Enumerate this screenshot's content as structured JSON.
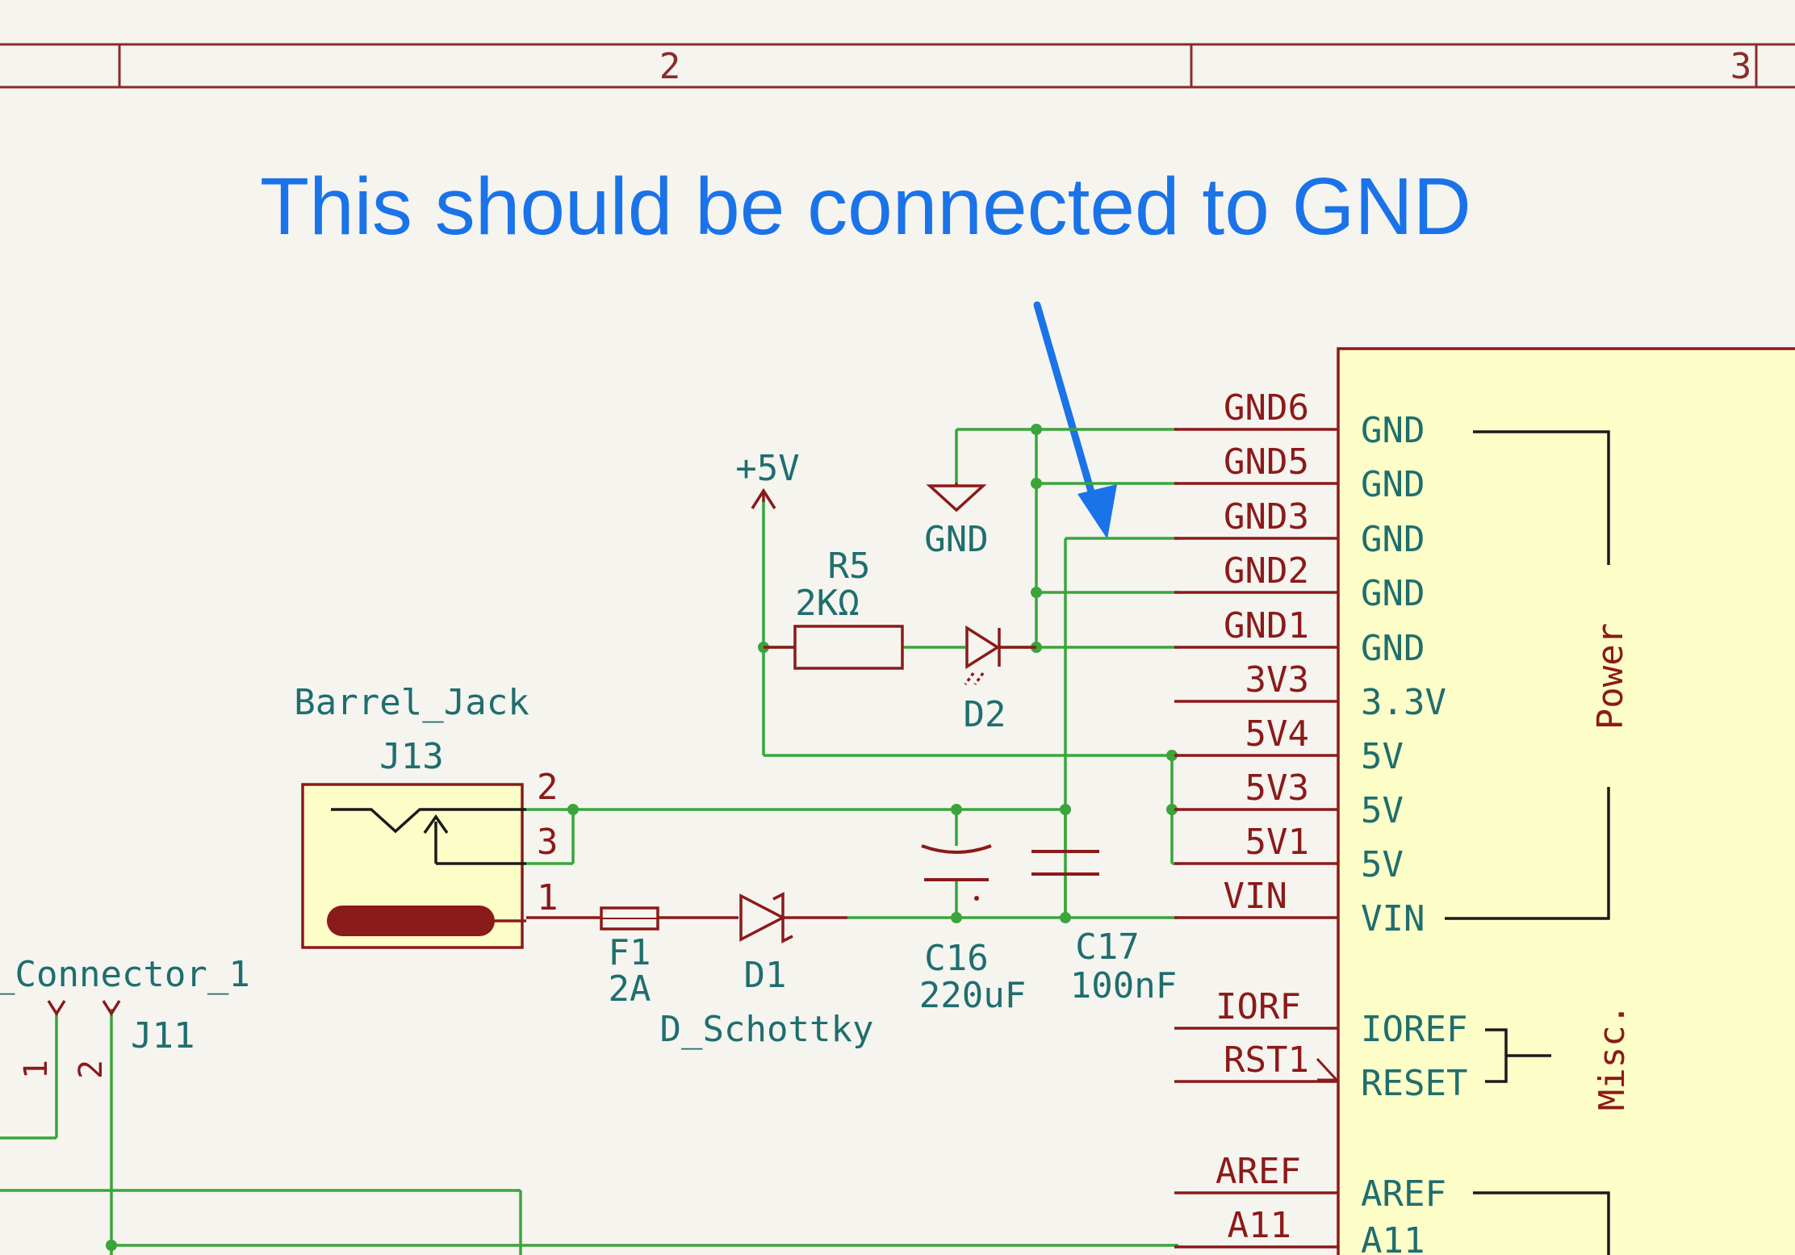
{
  "frame": {
    "zone_labels": [
      "2",
      "3"
    ]
  },
  "annotation": {
    "text": "This should be connected to GND"
  },
  "power_symbols": {
    "plus5v": "+5V",
    "gnd": "GND"
  },
  "components": {
    "r5": {
      "ref": "R5",
      "value": "2KΩ"
    },
    "d2": {
      "ref": "D2"
    },
    "j13": {
      "type": "Barrel_Jack",
      "ref": "J13",
      "pins": [
        "2",
        "3",
        "1"
      ]
    },
    "f1": {
      "ref": "F1",
      "value": "2A"
    },
    "d1": {
      "ref": "D1",
      "value": "D_Schottky"
    },
    "c16": {
      "ref": "C16",
      "value": "220uF"
    },
    "c17": {
      "ref": "C17",
      "value": "100nF"
    },
    "j11": {
      "type": "_Connector_1",
      "ref": "J11",
      "pins": [
        "1",
        "2"
      ]
    }
  },
  "header_pins": [
    {
      "net": "GND6",
      "pin": "GND"
    },
    {
      "net": "GND5",
      "pin": "GND"
    },
    {
      "net": "GND3",
      "pin": "GND"
    },
    {
      "net": "GND2",
      "pin": "GND"
    },
    {
      "net": "GND1",
      "pin": "GND"
    },
    {
      "net": "3V3",
      "pin": "3.3V"
    },
    {
      "net": "5V4",
      "pin": "5V"
    },
    {
      "net": "5V3",
      "pin": "5V"
    },
    {
      "net": "5V1",
      "pin": "5V"
    },
    {
      "net": "VIN",
      "pin": "VIN"
    },
    {
      "net": "IORF",
      "pin": "IOREF"
    },
    {
      "net": "RST1",
      "pin": "RESET"
    },
    {
      "net": "AREF",
      "pin": "AREF"
    },
    {
      "net": "A11",
      "pin": "A11"
    }
  ],
  "groups": {
    "power": "Power",
    "misc": "Misc."
  },
  "colors": {
    "background": "#f5f4ef",
    "frame": "#8b2b2b",
    "wire": "#3aa53a",
    "component": "#8b1a1a",
    "label_teal": "#1f6e6e",
    "annotation": "#1a73e8",
    "body_fill": "#fdfdc7"
  }
}
